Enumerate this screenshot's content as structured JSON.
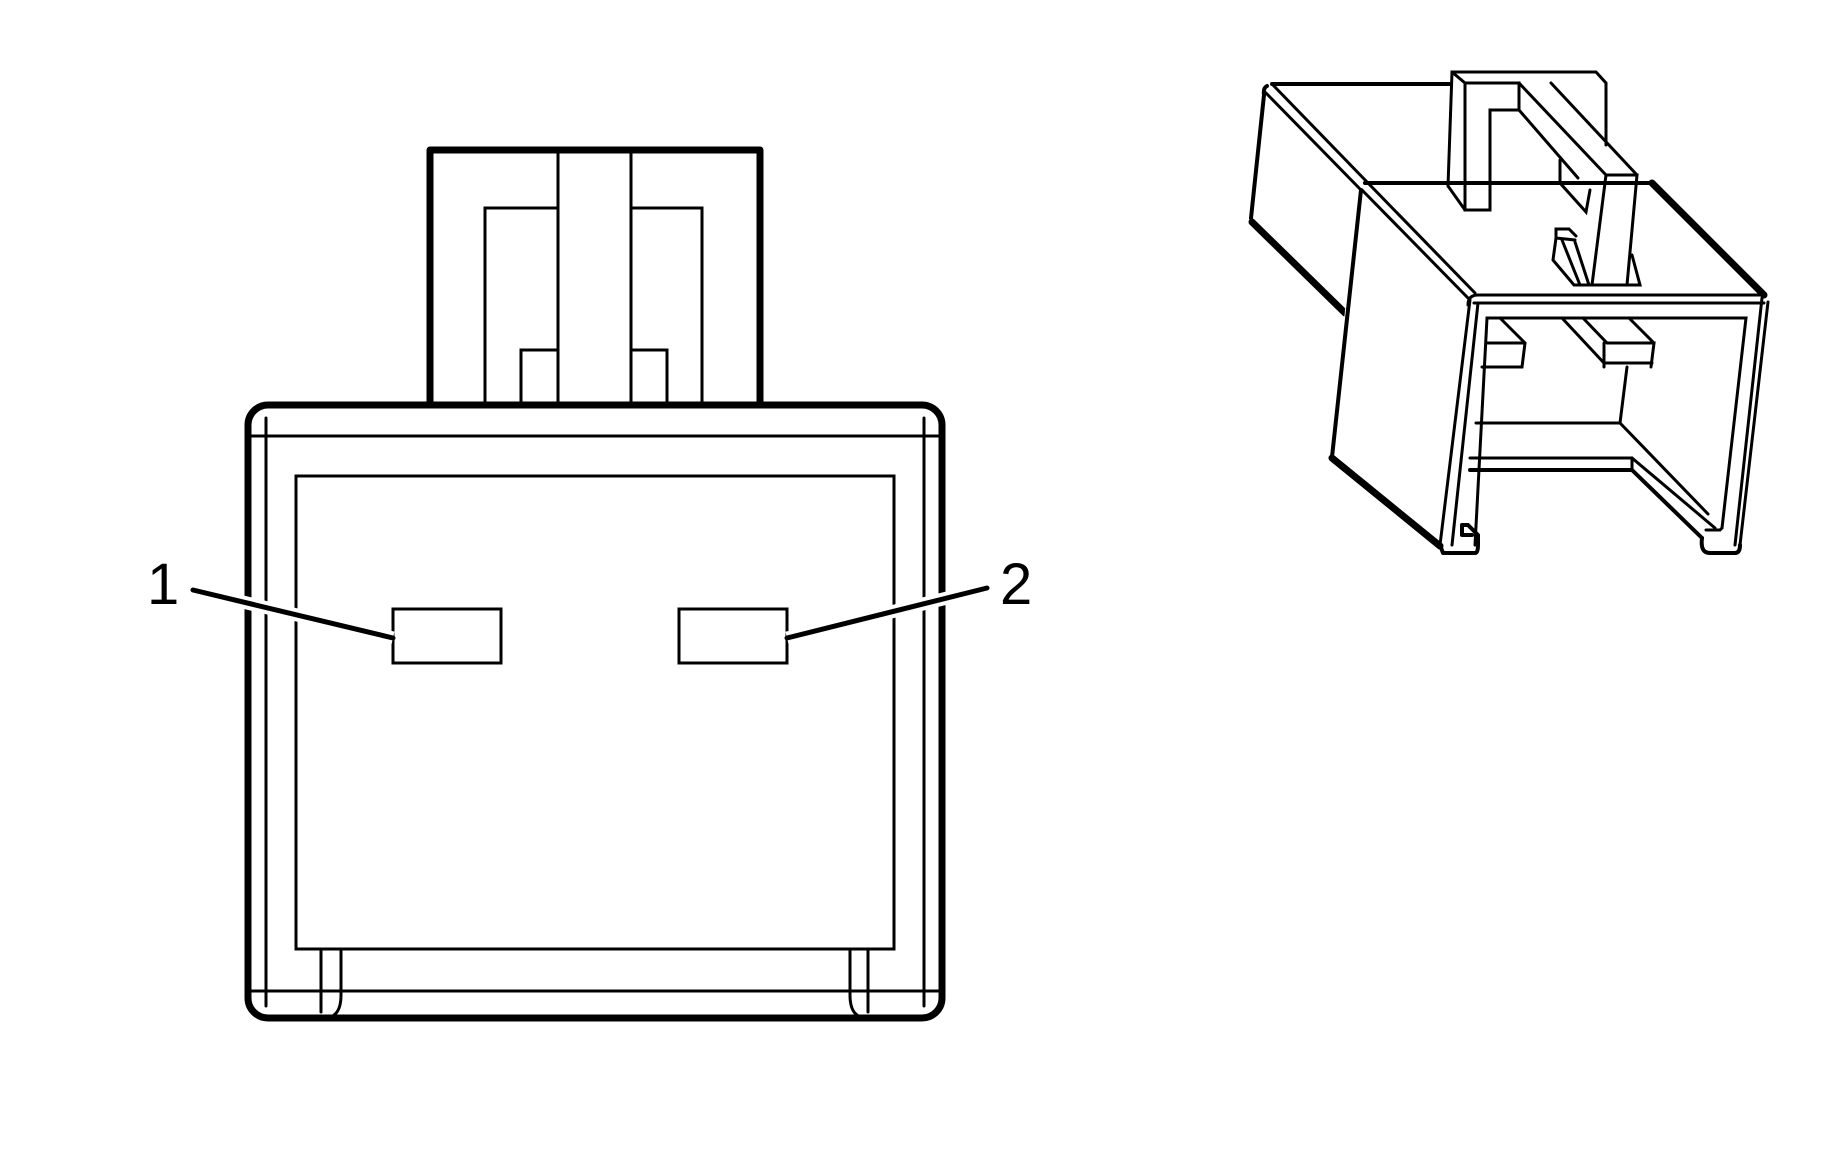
{
  "figure": {
    "type": "connector-end-view-diagram",
    "description": "2-way electrical connector, face view with terminal cavities and isometric view",
    "colors": {
      "line": "#000000",
      "background": "#ffffff"
    }
  },
  "face_view": {
    "terminals": [
      {
        "id": 1,
        "label": "1"
      },
      {
        "id": 2,
        "label": "2"
      }
    ]
  },
  "iso_view": {
    "label": "isometric connector view"
  }
}
